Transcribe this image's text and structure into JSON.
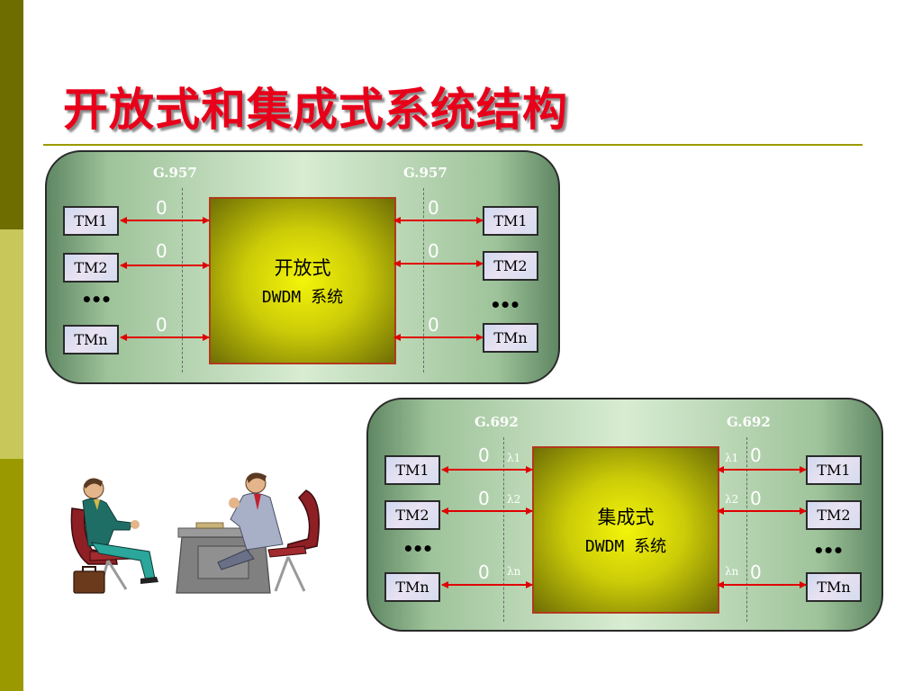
{
  "title": "开放式和集成式系统结构",
  "theme": {
    "title_color": "#e8001a",
    "sidebar_colors": [
      "#6e6e00",
      "#c8c85a",
      "#9a9a00"
    ],
    "arrow_color": "#e00000",
    "core_border": "#b13a1c"
  },
  "open_system": {
    "std_left": "G.957",
    "std_right": "G.957",
    "core_line1": "开放式",
    "core_line2": "DWDM 系统",
    "left_terminals": [
      "TM1",
      "TM2",
      "TMn"
    ],
    "right_terminals": [
      "TM1",
      "TM2",
      "TMn"
    ],
    "ellipsis": "•••"
  },
  "integrated_system": {
    "std_left": "G.692",
    "std_right": "G.692",
    "core_line1": "集成式",
    "core_line2": "DWDM 系统",
    "left_terminals": [
      "TM1",
      "TM2",
      "TMn"
    ],
    "right_terminals": [
      "TM1",
      "TM2",
      "TMn"
    ],
    "ellipsis": "•••",
    "wavelengths": [
      "λ1",
      "λ2",
      "λn"
    ]
  }
}
